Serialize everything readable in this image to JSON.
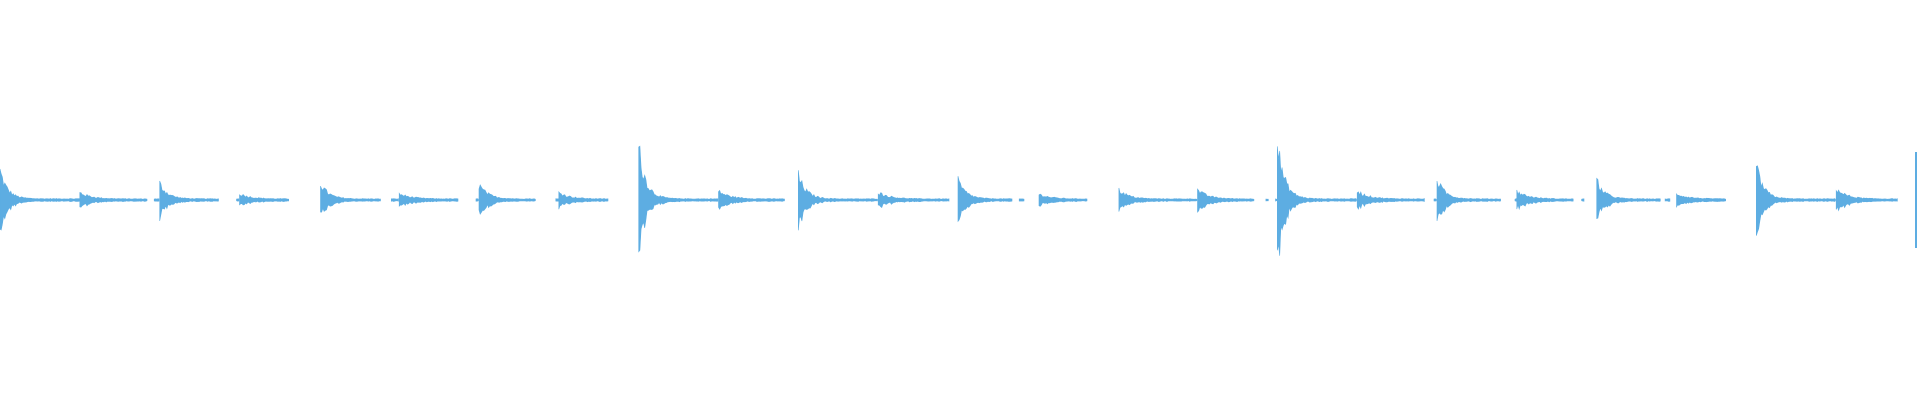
{
  "waveform": {
    "color": "#5dade2",
    "background": "#ffffff",
    "duration_beats": 24,
    "onsets": [
      {
        "beat": 0,
        "amp": 0.22,
        "decay": 0.09,
        "tail": 0.07
      },
      {
        "beat": 1,
        "amp": 0.05,
        "decay": 0.14,
        "tail": 0.05
      },
      {
        "beat": 2,
        "amp": 0.12,
        "decay": 0.1,
        "tail": 0.055
      },
      {
        "beat": 3,
        "amp": 0.04,
        "decay": 0.14,
        "tail": 0.045
      },
      {
        "beat": 4,
        "amp": 0.14,
        "decay": 0.1,
        "tail": 0.05
      },
      {
        "beat": 5,
        "amp": 0.04,
        "decay": 0.15,
        "tail": 0.045
      },
      {
        "beat": 6,
        "amp": 0.11,
        "decay": 0.11,
        "tail": 0.05
      },
      {
        "beat": 7,
        "amp": 0.05,
        "decay": 0.14,
        "tail": 0.045
      },
      {
        "beat": 8,
        "amp": 0.4,
        "decay": 0.09,
        "tail": 0.06
      },
      {
        "beat": 9,
        "amp": 0.06,
        "decay": 0.14,
        "tail": 0.05
      },
      {
        "beat": 10,
        "amp": 0.18,
        "decay": 0.1,
        "tail": 0.05
      },
      {
        "beat": 11,
        "amp": 0.05,
        "decay": 0.15,
        "tail": 0.045
      },
      {
        "beat": 12,
        "amp": 0.14,
        "decay": 0.1,
        "tail": 0.05
      },
      {
        "beat": 13,
        "amp": 0.04,
        "decay": 0.15,
        "tail": 0.04
      },
      {
        "beat": 14,
        "amp": 0.08,
        "decay": 0.12,
        "tail": 0.05
      },
      {
        "beat": 15,
        "amp": 0.07,
        "decay": 0.13,
        "tail": 0.05
      },
      {
        "beat": 16,
        "amp": 0.43,
        "decay": 0.09,
        "tail": 0.06
      },
      {
        "beat": 17,
        "amp": 0.06,
        "decay": 0.14,
        "tail": 0.05
      },
      {
        "beat": 18,
        "amp": 0.15,
        "decay": 0.1,
        "tail": 0.05
      },
      {
        "beat": 19,
        "amp": 0.06,
        "decay": 0.14,
        "tail": 0.045
      },
      {
        "beat": 20,
        "amp": 0.14,
        "decay": 0.1,
        "tail": 0.05
      },
      {
        "beat": 21,
        "amp": 0.04,
        "decay": 0.15,
        "tail": 0.04
      },
      {
        "beat": 22,
        "amp": 0.25,
        "decay": 0.09,
        "tail": 0.055
      },
      {
        "beat": 23,
        "amp": 0.08,
        "decay": 0.13,
        "tail": 0.05
      },
      {
        "beat": 24,
        "amp": 0.5,
        "decay": 0.02,
        "tail": 0.01
      }
    ],
    "gaps": [
      {
        "start": 1.85,
        "end": 1.92
      },
      {
        "start": 2.75,
        "end": 2.95
      },
      {
        "start": 3.63,
        "end": 4.0
      },
      {
        "start": 4.78,
        "end": 4.9
      },
      {
        "start": 5.75,
        "end": 5.95
      },
      {
        "start": 6.72,
        "end": 6.95
      },
      {
        "start": 7.62,
        "end": 7.98
      },
      {
        "start": 9.83,
        "end": 9.98
      },
      {
        "start": 11.9,
        "end": 11.99
      },
      {
        "start": 12.68,
        "end": 12.76
      },
      {
        "start": 12.83,
        "end": 13.0
      },
      {
        "start": 13.63,
        "end": 14.0
      },
      {
        "start": 15.72,
        "end": 15.85
      },
      {
        "start": 15.9,
        "end": 15.97
      },
      {
        "start": 17.85,
        "end": 17.96
      },
      {
        "start": 18.8,
        "end": 18.97
      },
      {
        "start": 19.72,
        "end": 19.8
      },
      {
        "start": 19.85,
        "end": 19.98
      },
      {
        "start": 20.8,
        "end": 20.85
      },
      {
        "start": 20.92,
        "end": 20.98
      },
      {
        "start": 21.63,
        "end": 21.98
      },
      {
        "start": 23.78,
        "end": 23.98
      }
    ]
  }
}
